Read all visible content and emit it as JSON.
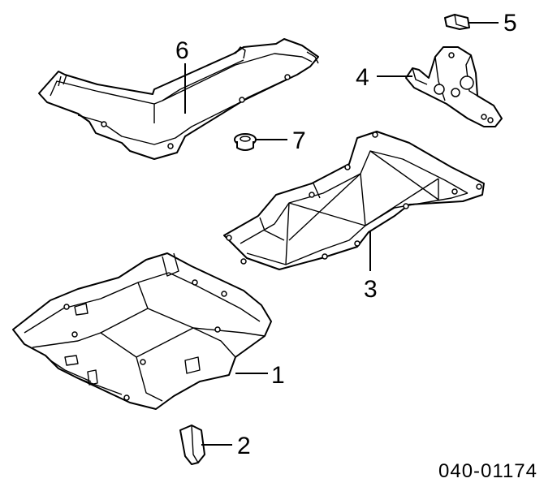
{
  "callouts": {
    "c1": "1",
    "c2": "2",
    "c3": "3",
    "c4": "4",
    "c5": "5",
    "c6": "6",
    "c7": "7"
  },
  "diagram_code": "040-01174"
}
